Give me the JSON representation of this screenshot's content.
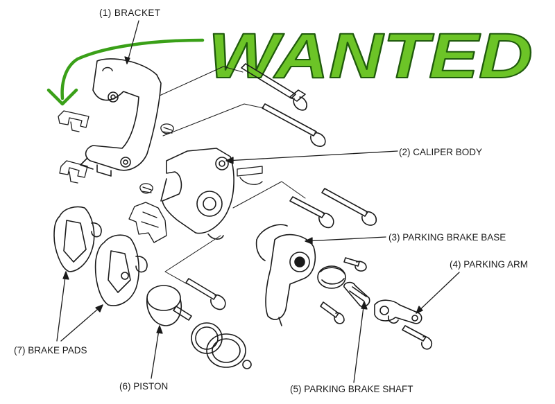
{
  "title_stamp": {
    "text": "WANTED",
    "fill": "#6cc427",
    "stroke": "#1f5a0c",
    "arrow_color": "#3aa018"
  },
  "labels": {
    "bracket": "(1) BRACKET",
    "caliper_body": "(2) CALIPER BODY",
    "parking_brake_base": "(3) PARKING BRAKE BASE",
    "parking_arm": "(4) PARKING ARM",
    "parking_brake_shaft": "(5) PARKING BRAKE SHAFT",
    "piston": "(6) PISTON",
    "brake_pads": "(7) BRAKE PADS"
  },
  "line_color": "#1a1a1a"
}
